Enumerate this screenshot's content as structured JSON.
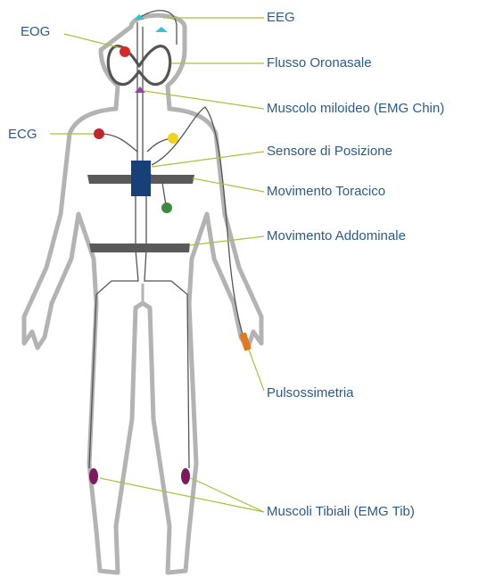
{
  "labels": {
    "eeg": "EEG",
    "eog": "EOG",
    "flusso": "Flusso Oronasale",
    "miloideo": "Muscolo miloideo (EMG Chin)",
    "ecg": "ECG",
    "posizione": "Sensore di Posizione",
    "toracico": "Movimento Toracico",
    "addominale": "Movimento Addominale",
    "pulso": "Pulsossimetria",
    "tibiali": "Muscoli Tibiali (EMG Tib)"
  },
  "colors": {
    "label_text": "#2b5a8a",
    "leader_line": "#a9c23a",
    "body_outline": "#b3b3b3",
    "belt": "#5a5a5a",
    "wire": "#555555",
    "eeg_electrode": "#2ec4d6",
    "eog_electrode": "#d62a2a",
    "ecg_electrode": "#c0272d",
    "chin_electrode": "#9a3bb0",
    "ecg_yellow": "#f0d419",
    "ecg_green": "#3f8a3f",
    "position_sensor": "#173f78",
    "oximeter": "#e07a1b",
    "tibial_electrode": "#7d1a5e"
  }
}
